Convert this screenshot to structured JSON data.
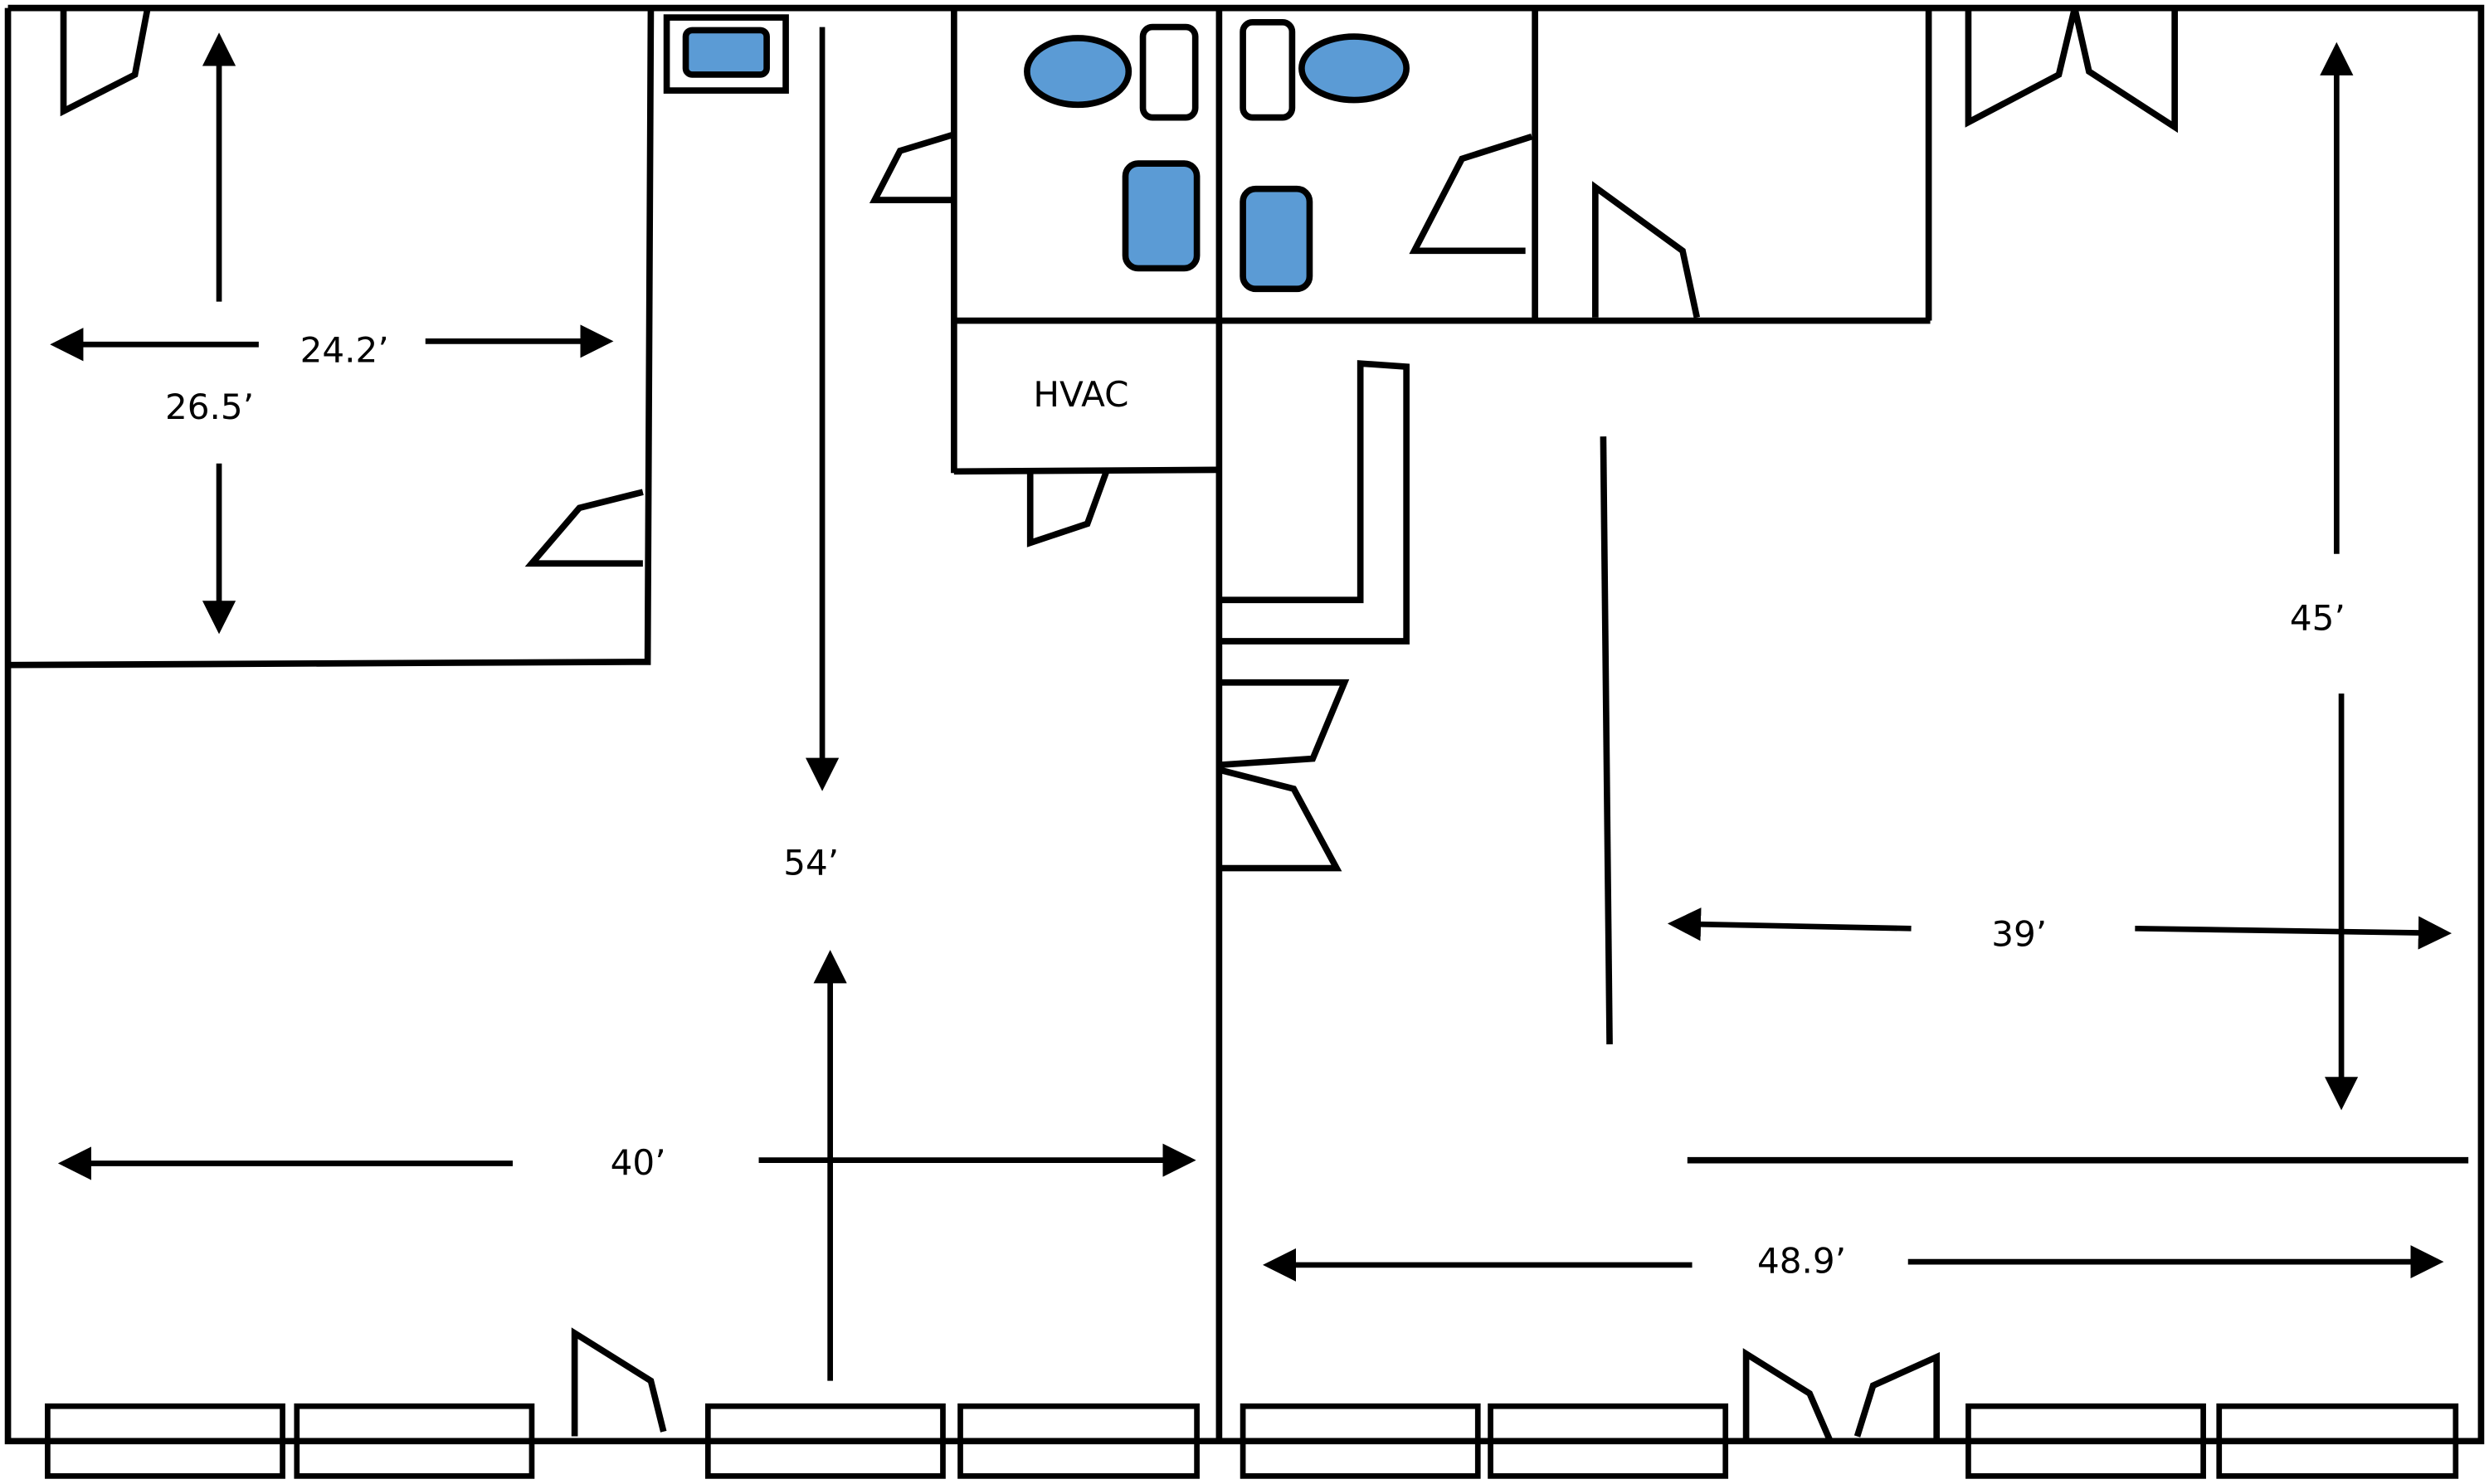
{
  "floor_plan": {
    "colors": {
      "fixture_fill": "#5b9bd5",
      "line": "#000000",
      "background": "#ffffff"
    },
    "labels": {
      "room_width_top_left": "24.2’",
      "room_depth_top_left": "26.5’",
      "left_unit_depth": "54’",
      "left_unit_width": "40’",
      "hvac": "HVAC",
      "right_room_depth": "45’",
      "right_room_width": "39’",
      "right_unit_width": "48.9’"
    }
  }
}
